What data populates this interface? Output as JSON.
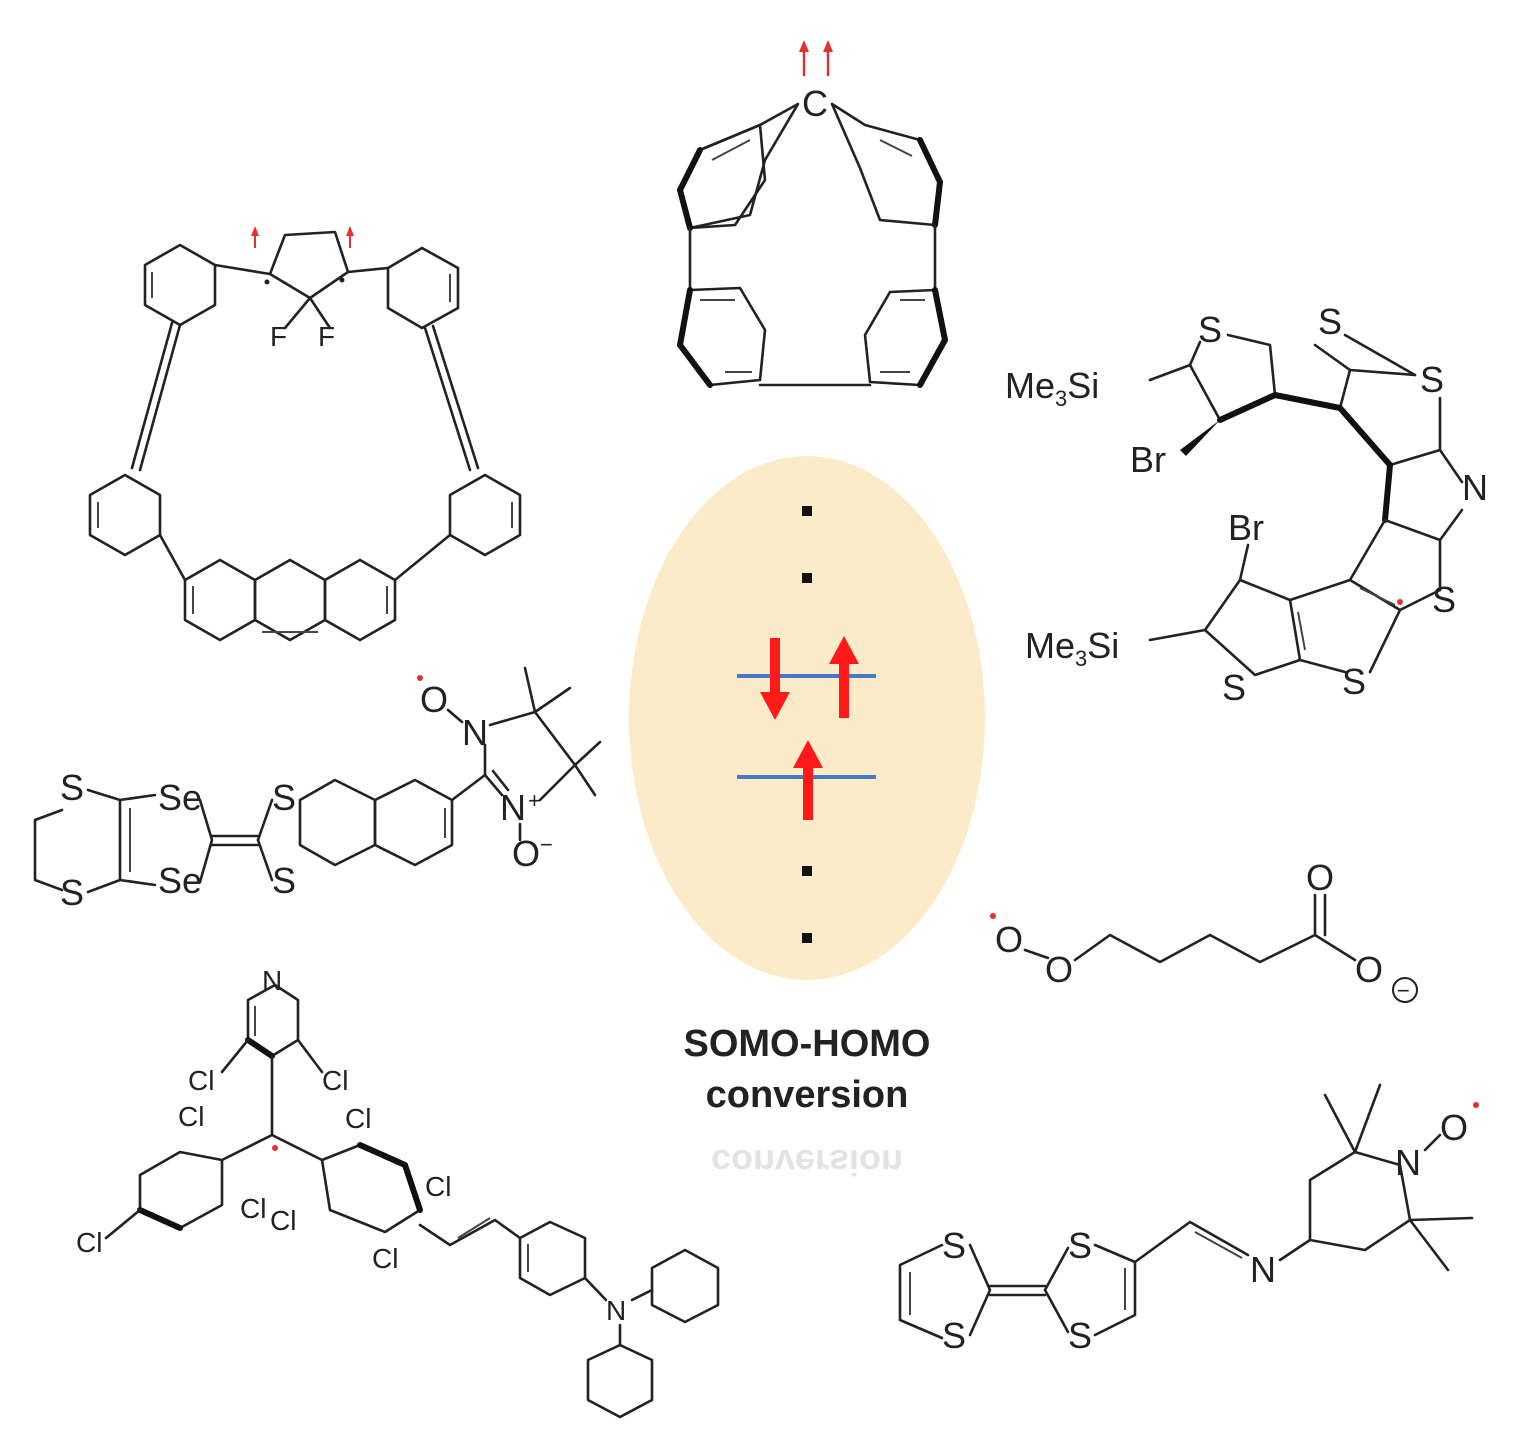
{
  "caption": {
    "line1": "SOMO-HOMO",
    "line2": "conversion"
  },
  "colors": {
    "ellipse": "#fcebc8",
    "level": "#4a78c8",
    "spin_arrow": "#ff1a1a",
    "radical_dot": "#e53030",
    "ink": "#222222"
  },
  "structures": {
    "carbene": {
      "label": "C"
    },
    "diradical": {
      "f1": "F",
      "f2": "F"
    },
    "helicene": {
      "me3si_a": "Me",
      "me3si_b": "Si",
      "sub3": "3",
      "br": "Br",
      "s": "S",
      "n": "N"
    },
    "ttf_nitronyl": {
      "s": "S",
      "se": "Se",
      "n": "N",
      "o": "O",
      "plus": "+",
      "minus": "−"
    },
    "peroxy": {
      "o": "O",
      "minus": "−"
    },
    "trityl": {
      "cl": "Cl",
      "n": "N"
    },
    "ttf_tempo": {
      "s": "S",
      "n": "N",
      "o": "O"
    }
  }
}
